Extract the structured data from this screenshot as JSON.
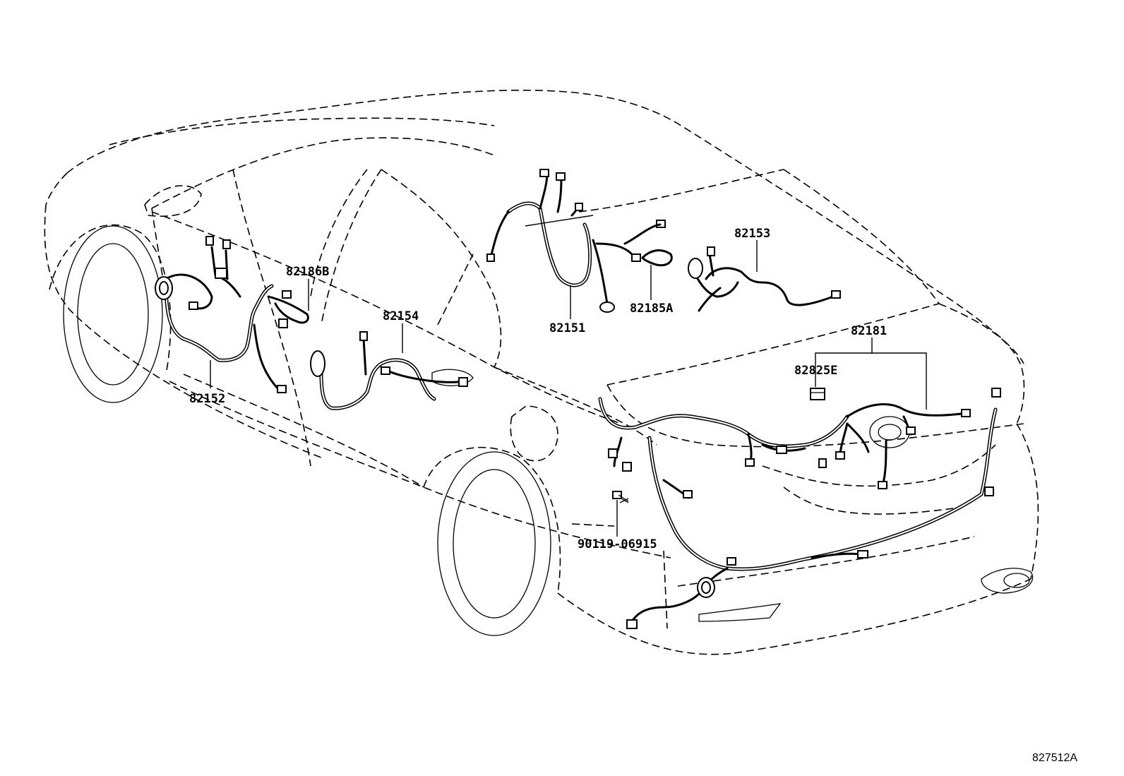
{
  "diagram": {
    "reference_code": "827512A",
    "parts": [
      {
        "id": "p82151",
        "number": "82151"
      },
      {
        "id": "p82152",
        "number": "82152"
      },
      {
        "id": "p82153",
        "number": "82153"
      },
      {
        "id": "p82154",
        "number": "82154"
      },
      {
        "id": "p82181",
        "number": "82181"
      },
      {
        "id": "p82185A",
        "number": "82185A"
      },
      {
        "id": "p82186B",
        "number": "82186B"
      },
      {
        "id": "p82825E",
        "number": "82825E"
      },
      {
        "id": "p90119",
        "number": "90119-06915"
      }
    ]
  }
}
